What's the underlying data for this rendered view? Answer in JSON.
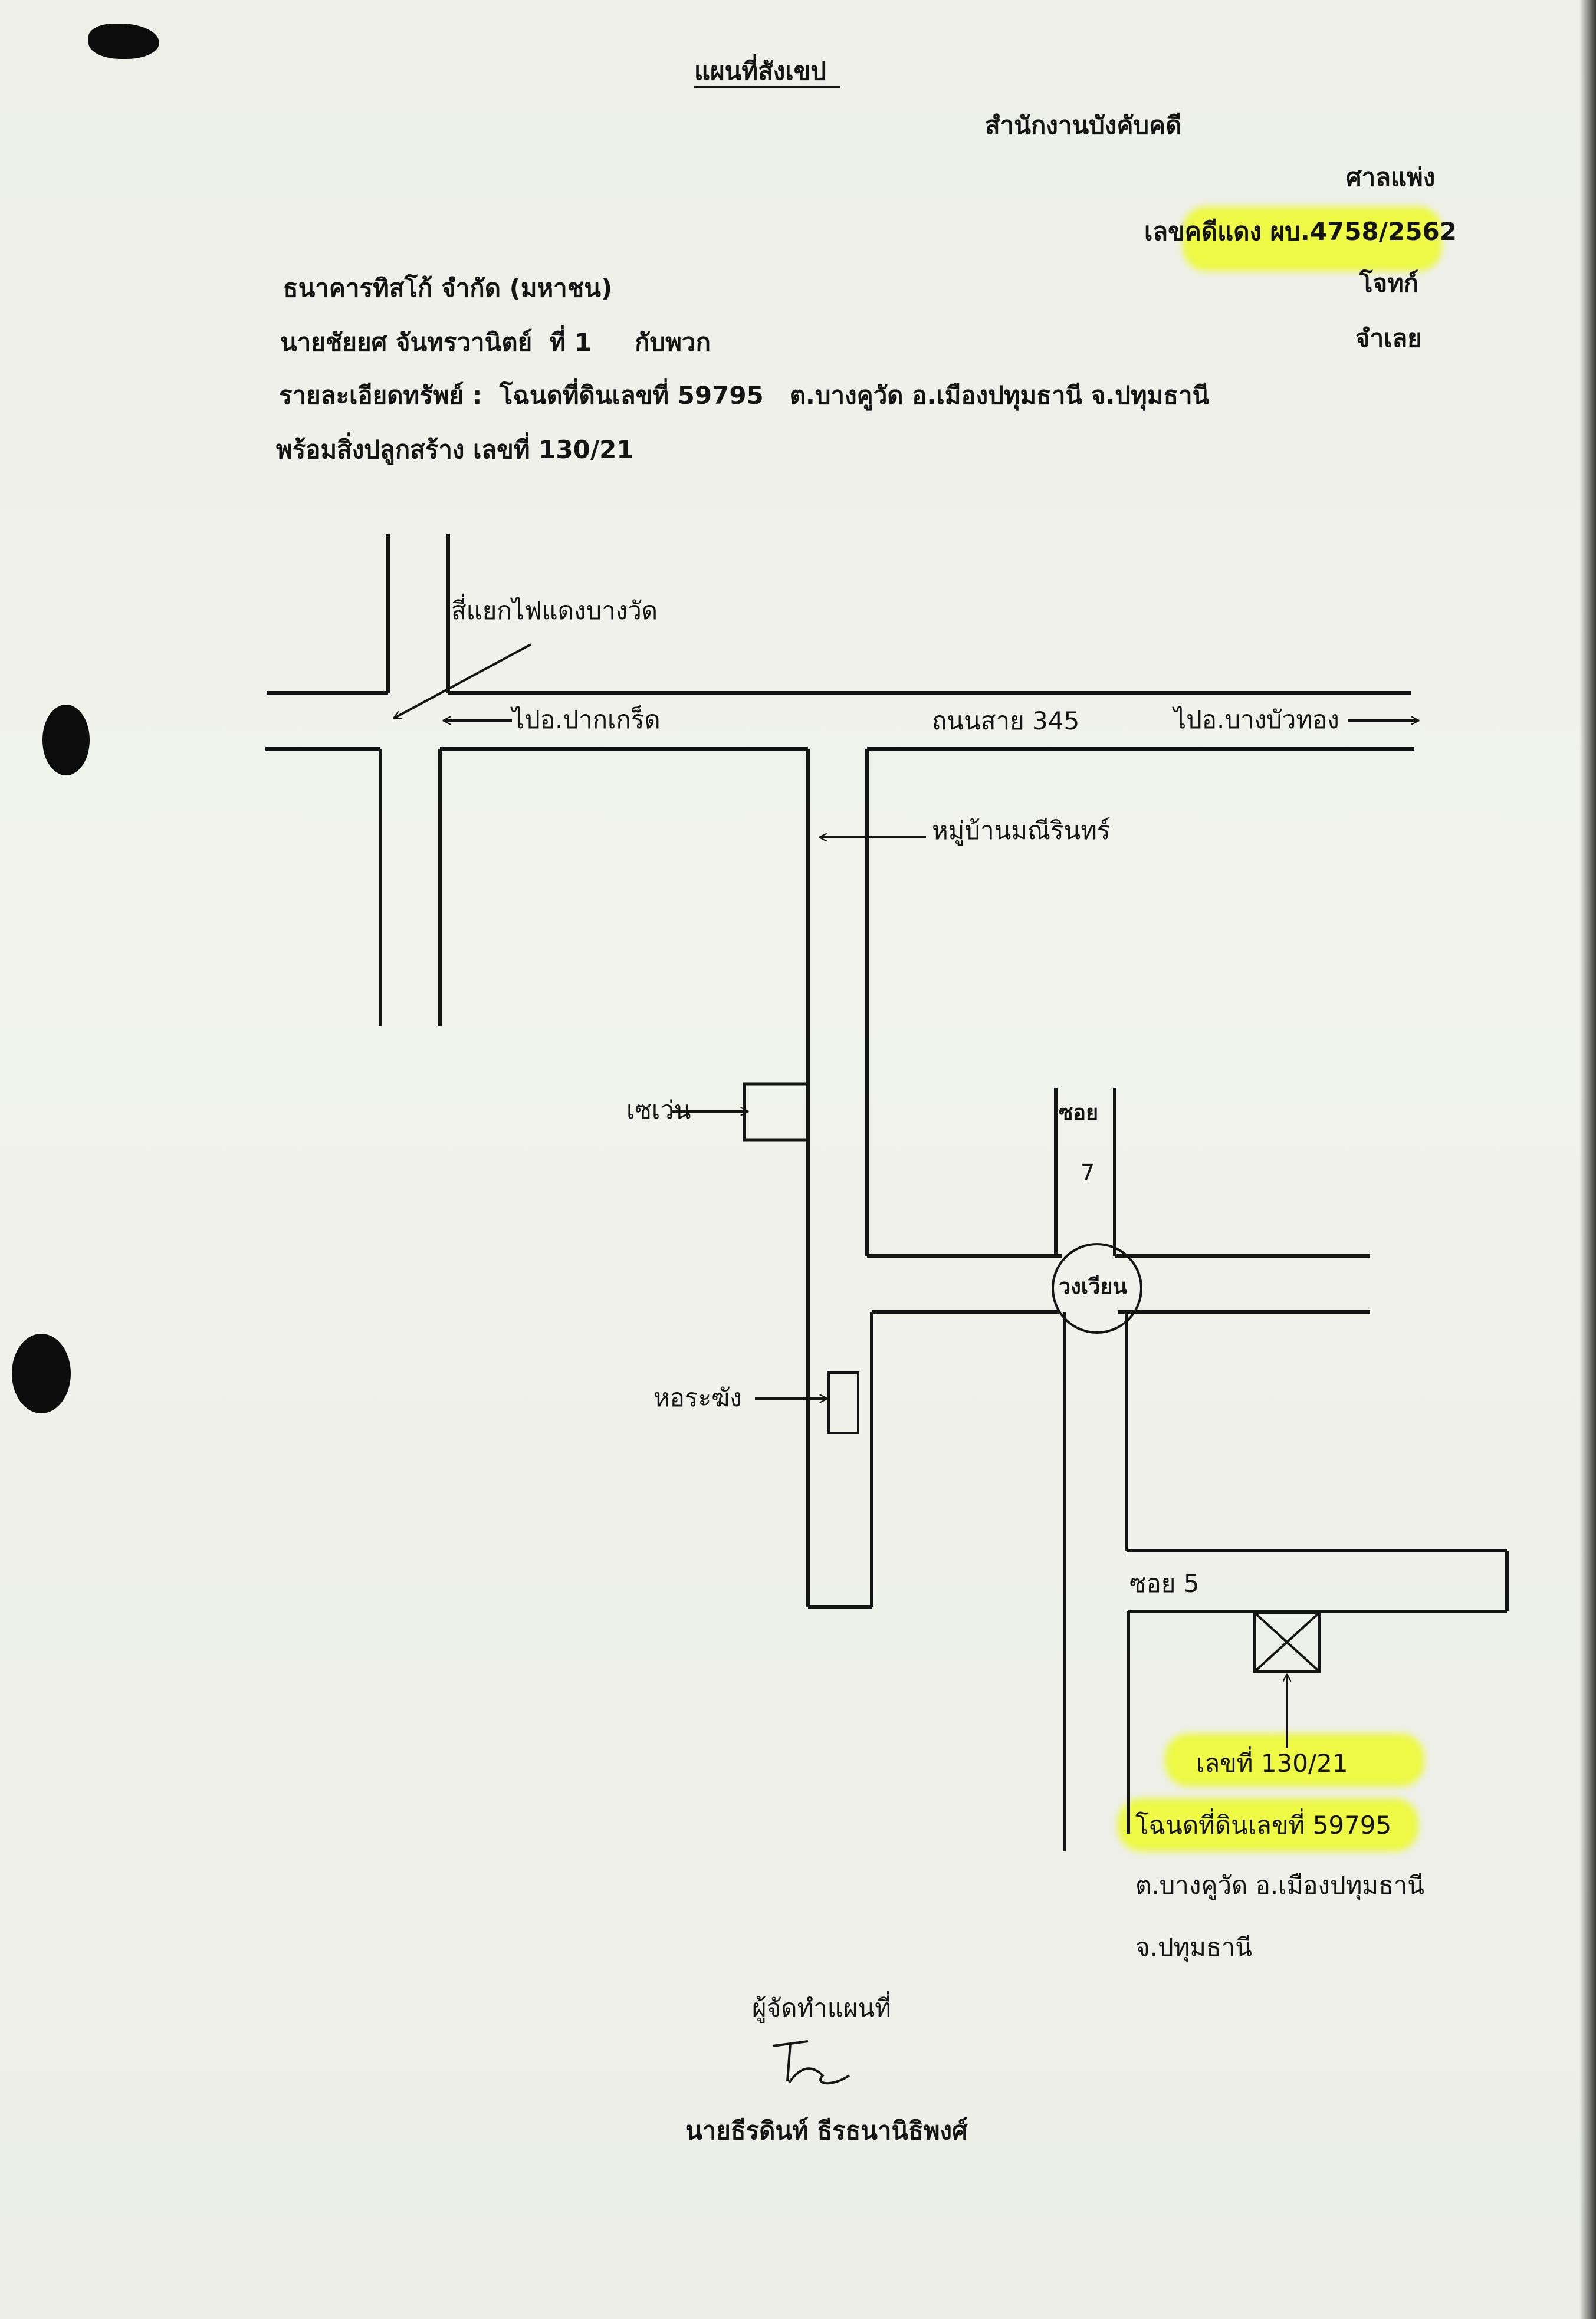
{
  "header": {
    "title": "แผนที่สังเขป",
    "office": "สำนักงานบังคับคดี",
    "court": "ศาลแพ่ง",
    "case_no": "เลขคดีแดง ผบ.4758/2562",
    "plaintiff_name": "ธนาคารทิสโก้ จำกัด (มหาชน)",
    "plaintiff_role": "โจทก์",
    "defendant_name": "นายชัยยศ จันทรวานิตย์  ที่ 1     กับพวก",
    "defendant_role": "จำเลย",
    "property_line1": "รายละเอียดทรัพย์ :  โฉนดที่ดินเลขที่ 59795   ต.บางคูวัด อ.เมืองปทุมธานี จ.ปทุมธานี",
    "property_line2": "พร้อมสิ่งปลูกสร้าง เลขที่ 130/21"
  },
  "map": {
    "intersection": "สี่แยกไฟแดงบางวัด",
    "to_pakkret": "ไปอ.ปากเกร็ด",
    "road_name": "ถนนสาย 345",
    "to_bangbuathong": "ไปอ.บางบัวทอง",
    "village": "หมู่บ้านมณีรินทร์",
    "seven_eleven": "เซเว่น",
    "soi7_label": "ซอย",
    "soi7_num": "7",
    "roundabout": "วงเวียน",
    "water_tower": "หอระฆัง",
    "soi5": "ซอย 5",
    "house_no": "เลขที่ 130/21",
    "deed_no": "โฉนดที่ดินเลขที่ 59795",
    "subdistrict": "ต.บางคูวัด อ.เมืองปทุมธานี",
    "province": "จ.ปทุมธานี"
  },
  "footer": {
    "maker_label": "ผู้จัดทำแผนที่",
    "maker_name": "นายธีรดินท์ ธีรธนานิธิพงศ์"
  },
  "colors": {
    "highlight": "#ecfa28",
    "ink": "#141414",
    "paper": "#eeefe9"
  }
}
